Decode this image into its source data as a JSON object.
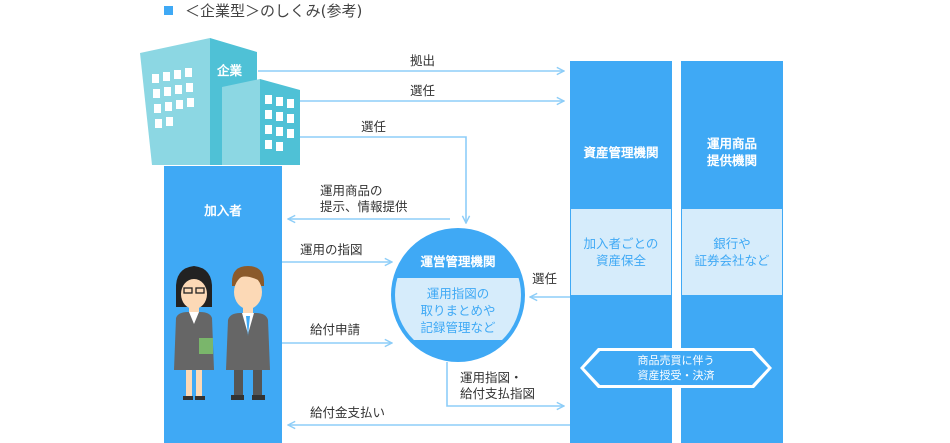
{
  "heading": "＜企業型＞のしくみ(参考)",
  "company_label": "企業",
  "members_label": "加入者",
  "asset_admin": {
    "title": "資産管理機関",
    "role_lines": [
      "加入者ごとの",
      "資産保全"
    ]
  },
  "product_provider": {
    "title_lines": [
      "運用商品",
      "提供機関"
    ],
    "role_lines": [
      "銀行や",
      "証券会社など"
    ]
  },
  "record_keeper": {
    "title": "運営管理機関",
    "role_lines": [
      "運用指図の",
      "取りまとめや",
      "記録管理など"
    ]
  },
  "trade_arrow_lines": [
    "商品売買に伴う",
    "資産授受・決済"
  ],
  "flows": {
    "contribution": "拠出",
    "select_asset_admin": "選任",
    "select_record_keeper": "選任",
    "product_info_lines": [
      "運用商品の",
      "提示、情報提供"
    ],
    "investment_order": "運用の指図",
    "benefit_claim": "給付申請",
    "asset_admin_selects": "選任",
    "orders_lines": [
      "運用指図・",
      "給付支払指図"
    ],
    "benefit_payment": "給付金支払い"
  },
  "colors": {
    "primary": "#3fa9f5",
    "arrow": "#8dcdf8",
    "light_box": "#d6ecfb",
    "building_front": "#4fc1d6",
    "building_side": "#8cd7e3"
  }
}
